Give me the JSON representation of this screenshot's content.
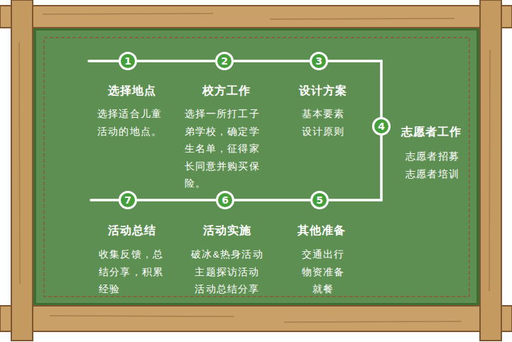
{
  "diagram": {
    "nodes": [
      {
        "text": [
          "1",
          "选择地点",
          "选择适合儿童活动的地点。"
        ]
      },
      {
        "text": [
          "2",
          "校方工作",
          "选择一所打工子弟学校，确定学生名单，征得家长同意并购买保险。"
        ]
      },
      {
        "text": [
          "3",
          "设计方案",
          "基本要素 设计原则"
        ]
      },
      {
        "text": [
          "4",
          "志愿者工作",
          "志愿者招募 志愿者培训"
        ]
      },
      {
        "text": [
          "5",
          "其他准备",
          "交通出行 物资准备 就餐"
        ]
      },
      {
        "text": [
          "6",
          "活动实施",
          "破冰&热身活动 主题探访活动 活动总结分享"
        ]
      },
      {
        "text": [
          "7",
          "活动总结",
          "收集反馈，总结分享，积累经验"
        ]
      }
    ],
    "edges": [
      {
        "from": 0,
        "to": 1,
        "arrow": "none"
      },
      {
        "from": 1,
        "to": 2,
        "arrow": "none"
      },
      {
        "from": 2,
        "to": 3,
        "arrow": "none"
      },
      {
        "from": 3,
        "to": 4,
        "arrow": "none"
      },
      {
        "from": 4,
        "to": 5,
        "arrow": "none"
      },
      {
        "from": 5,
        "to": 6,
        "arrow": "none"
      }
    ]
  }
}
